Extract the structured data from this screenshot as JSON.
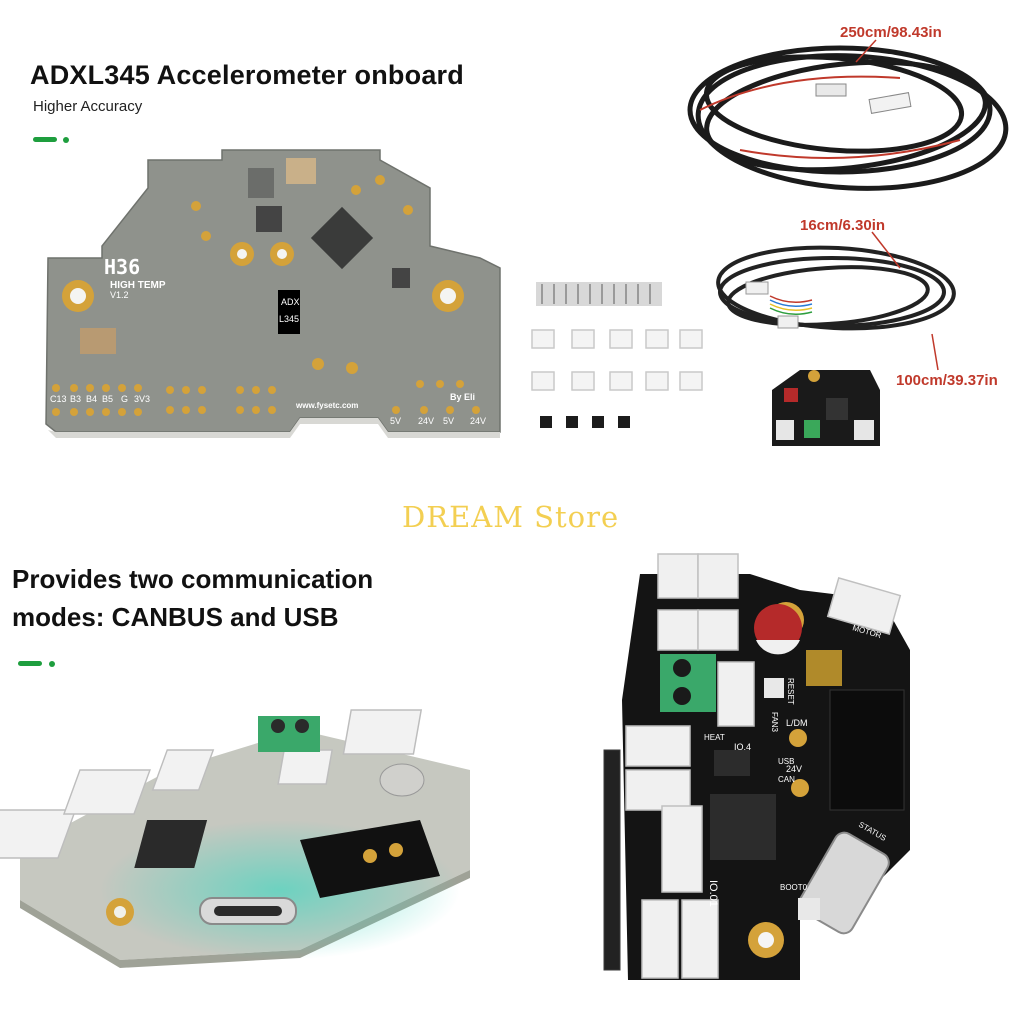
{
  "top_left": {
    "headline": "ADXL345 Accelerometer onboard",
    "subtitle": "Higher Accuracy",
    "board_labels": {
      "model": "H36",
      "variant": "HIGH TEMP",
      "version": "V1.2",
      "chip_line1": "ADX",
      "chip_line2": "L345",
      "website": "www.fysetc.com",
      "signature": "By Eli",
      "pins_left": [
        "C13",
        "B3",
        "B4",
        "B5",
        "G",
        "3V3"
      ],
      "pins_bottom_right": [
        "5V",
        "24V",
        "5V",
        "24V"
      ]
    }
  },
  "top_right": {
    "cable_long": "250cm/98.43in",
    "cable_short": "16cm/6.30in",
    "cable_mid": "100cm/39.37in"
  },
  "watermark": "DREAM Store",
  "bottom_left": {
    "headline_line1": "Provides two communication",
    "headline_line2": "modes: CANBUS and USB"
  },
  "bottom_right": {
    "board_labels": {
      "io4": "IO.4",
      "io01": "IO.01",
      "heat": "HEAT",
      "reset": "RESET",
      "fan3": "FAN3",
      "usb": "USB",
      "can": "CAN",
      "v24": "24V",
      "boot": "BOOT0",
      "status": "STATUS",
      "motor": "MOTOR",
      "ldm": "L/DM"
    }
  },
  "colors": {
    "accent_green": "#1e9e3e",
    "dimension_red": "#c0392b",
    "watermark_gold": "#f3cf52",
    "pcb_gray": "#8e918b",
    "pcb_black": "#141414",
    "gold_pad": "#d4a23a"
  }
}
